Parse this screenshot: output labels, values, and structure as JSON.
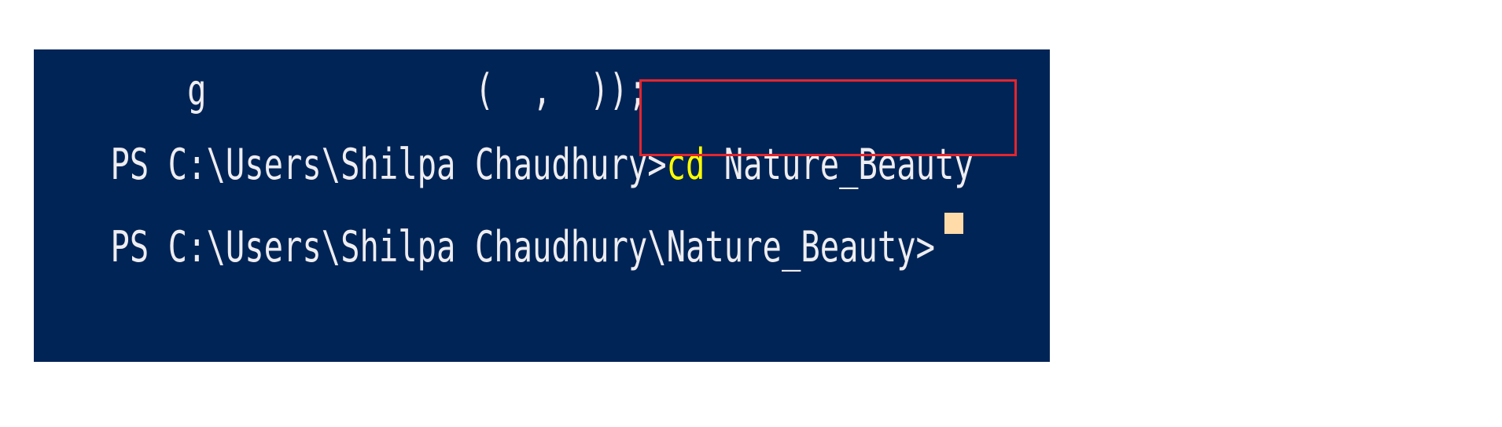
{
  "terminal": {
    "partial_line": "    g              (  ,  ));",
    "lines": [
      {
        "prompt": "PS C:\\Users\\Shilpa Chaudhury>",
        "command_keyword": "cd",
        "command_args": " Nature_Beauty"
      },
      {
        "prompt": "PS C:\\Users\\Shilpa Chaudhury\\Nature_Beauty>"
      }
    ]
  },
  "colors": {
    "background": "#012456",
    "text": "#eeedf0",
    "command_keyword": "#ffff00",
    "highlight_border": "#e3262d",
    "cursor": "#fedba9"
  }
}
